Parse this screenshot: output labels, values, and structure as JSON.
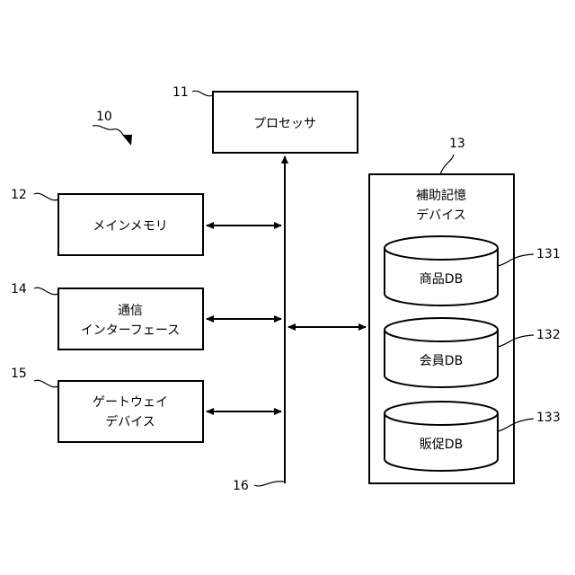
{
  "figure_number": "10",
  "nodes": {
    "processor": {
      "ref": "11",
      "lines": [
        "プロセッサ"
      ]
    },
    "main_memory": {
      "ref": "12",
      "lines": [
        "メインメモリ"
      ]
    },
    "aux_storage": {
      "ref": "13",
      "lines": [
        "補助記憶",
        "デバイス"
      ]
    },
    "comm_interface": {
      "ref": "14",
      "lines": [
        "通信",
        "インターフェース"
      ]
    },
    "gateway_device": {
      "ref": "15",
      "lines": [
        "ゲートウェイ",
        "デバイス"
      ]
    },
    "bus": {
      "ref": "16"
    }
  },
  "databases": [
    {
      "ref": "131",
      "label": "商品DB"
    },
    {
      "ref": "132",
      "label": "会員DB"
    },
    {
      "ref": "133",
      "label": "販促DB"
    }
  ]
}
